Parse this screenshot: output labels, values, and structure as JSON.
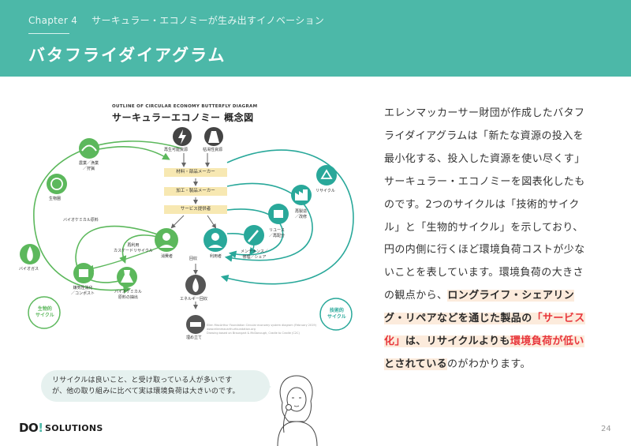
{
  "header": {
    "chapter_number": "Chapter 4",
    "chapter_title": "サーキュラー・エコノミーが生み出すイノベーション",
    "title": "バタフライダイアグラム"
  },
  "diagram": {
    "subtitle": "OUTLINE OF CIRCULAR ECONOMY  BUTTERFLY DIAGRAM",
    "main_title": "サーキュラーエコノミー 概念図",
    "top_sources": [
      "再生可能資源",
      "枯渇性資源"
    ],
    "chain": [
      "材料・部品メーカー",
      "加工・製品メーカー",
      "サービス提供者"
    ],
    "people": [
      "消費者",
      "利用者"
    ],
    "recovery": "回収",
    "energy": "エネルギー回収",
    "landfill": "埋め立て",
    "bio_left": {
      "farming_line1": "農業／漁業",
      "farming_line2": "／狩猟",
      "biosphere": "生物圏",
      "biochem": "バイオケミカル原料",
      "cascade_line1": "再利用",
      "cascade_line2": "カスケードリサイクル",
      "biogas": "バイオガス",
      "digest_line1": "嫌気性消化",
      "digest_line2": "／コンポスト",
      "extract_line1": "バイオケミカル",
      "extract_line2": "原料の抽出",
      "cycle_line1": "生物的",
      "cycle_line2": "サイクル"
    },
    "tech_right": {
      "recycle": "リサイクル",
      "remake_line1": "再製造",
      "remake_line2": "／改修",
      "reuse_line1": "リユース",
      "reuse_line2": "／再配分",
      "maintain_line1": "メンテナンス／",
      "maintain_line2": "修理／シェア",
      "cycle_line1": "技術的",
      "cycle_line2": "サイクル"
    },
    "credit_line1": "Ellen MacArthur Foundation Circular economy system diagram (February 2019)",
    "credit_line2": "www.ellenmacarthurfoundation.org",
    "credit_line3": "Drawing based on Braungart & McDonough, Cradle to Cradle (C2C)"
  },
  "body": {
    "p1": "エレンマッカーサー財団が作成したバタフライダイアグラムは「新たな資源の投入を最小化する、投入した資源を使い尽くす」サーキュラー・エコノミーを図表化したものです。",
    "p2": "2つのサイクルは「技術的サイクル」と「生物的サイクル」を示しており、円の内側に行くほど環境負荷コストが少ないことを表しています。環境負荷の大きさの観点から、",
    "hl1": "ロングライフ・シェアリング・リペアなどを通じた製品の",
    "hl2": "「サービス化」",
    "hl3": "は、リサイクルよりも",
    "hl4": "環境負荷が低い",
    "hl5": "とされている",
    "tail": "のがわかります。"
  },
  "callout": {
    "line1": "リサイクルは良いこと、と受け取っている人が多いです",
    "line2": "が、他の取り組みに比べて実は環境負荷は大きいのです。"
  },
  "footer": {
    "logo_do": "DO",
    "logo_bang": "!",
    "logo_solutions": "SOLUTIONS",
    "page_number": "24"
  },
  "colors": {
    "teal": "#4cb8a8",
    "bio_green": "#5cb85c",
    "tech_teal": "#29a89a",
    "highlight_bg": "#fcebdc",
    "highlight_red": "#e8363c"
  }
}
